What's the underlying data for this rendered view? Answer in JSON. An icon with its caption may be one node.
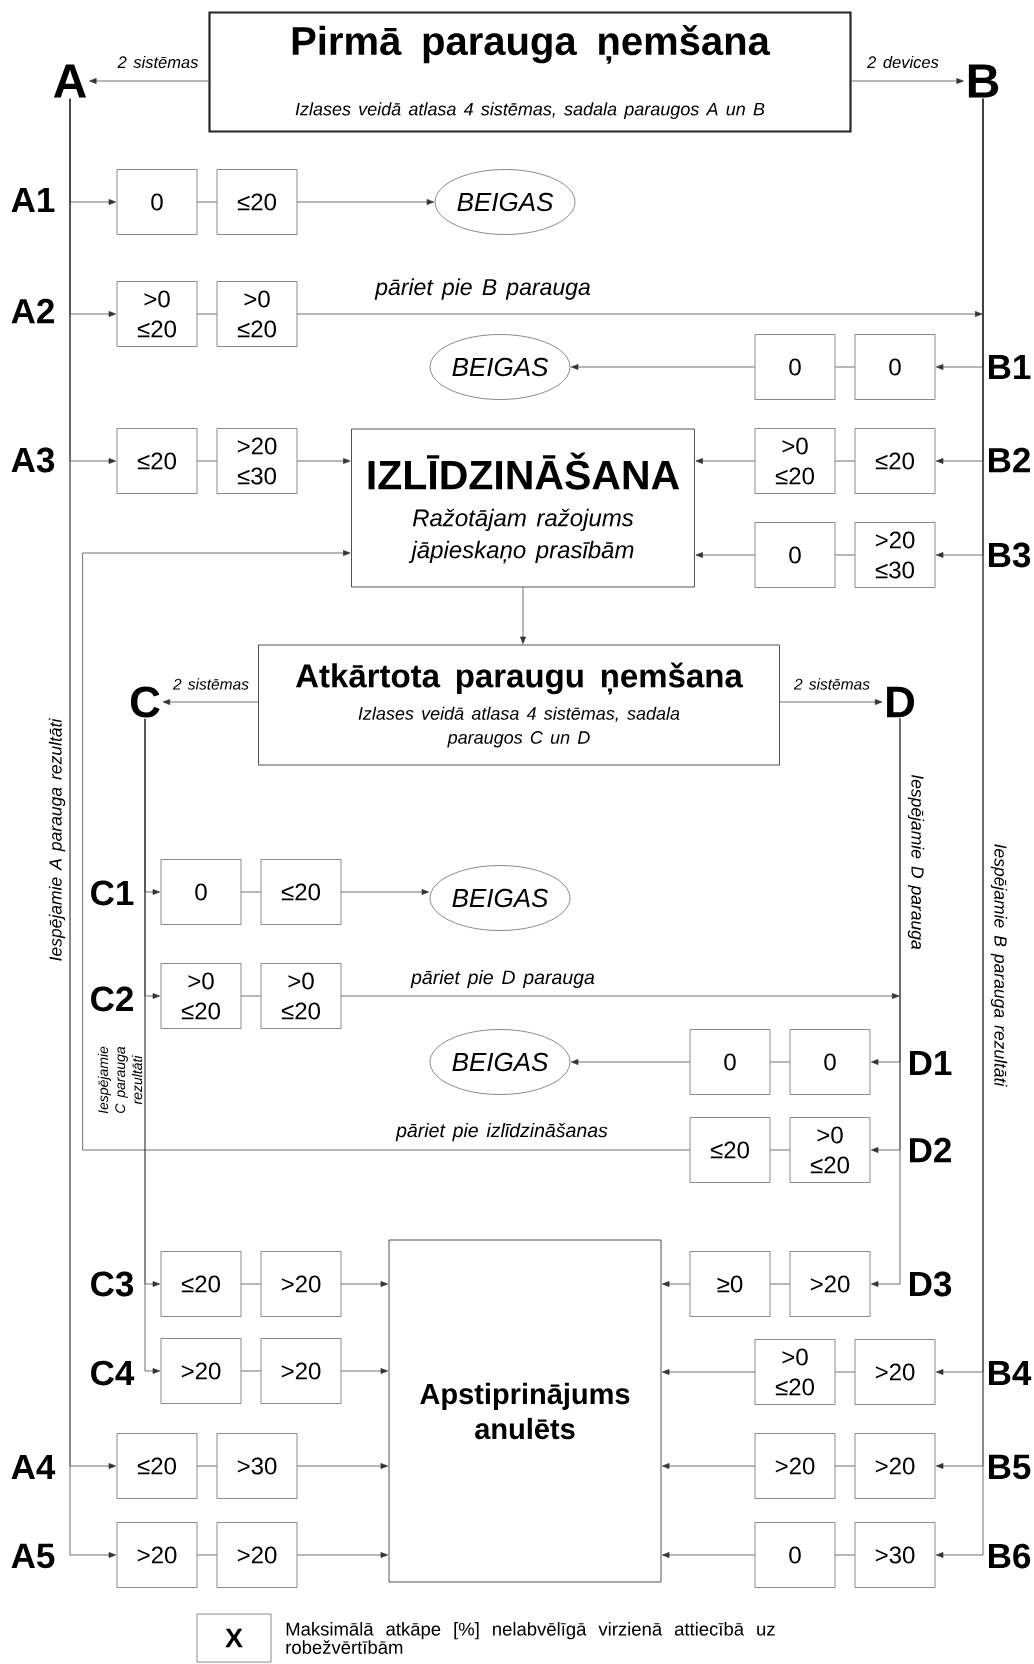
{
  "diagram": {
    "nodes": [
      {
        "text": [
          "Pirmā parauga ņemšana",
          "Izlases veidā atlasa 4 sistēmas, sadala paraugos A un B"
        ]
      },
      {
        "text": [
          "A"
        ]
      },
      {
        "text": [
          "B"
        ]
      },
      {
        "text": [
          "0"
        ]
      },
      {
        "text": [
          "≤20"
        ]
      },
      {
        "text": [
          "BEIGAS"
        ]
      },
      {
        "text": [
          ">0 ≤20"
        ]
      },
      {
        "text": [
          ">0 ≤20"
        ]
      },
      {
        "text": [
          "BEIGAS"
        ]
      },
      {
        "text": [
          "0"
        ]
      },
      {
        "text": [
          "0"
        ]
      },
      {
        "text": [
          "≤20"
        ]
      },
      {
        "text": [
          ">20 ≤30"
        ]
      },
      {
        "text": [
          "IZLĪDZINĀŠANA",
          "Ražotājam ražojums jāpieskaņo prasībām"
        ]
      },
      {
        "text": [
          ">0 ≤20"
        ]
      },
      {
        "text": [
          "≤20"
        ]
      },
      {
        "text": [
          "0"
        ]
      },
      {
        "text": [
          ">20 ≤30"
        ]
      },
      {
        "text": [
          "Atkārtota paraugu ņemšana",
          "Izlases veidā atlasa 4 sistēmas, sadala paraugos C un D"
        ]
      },
      {
        "text": [
          "C"
        ]
      },
      {
        "text": [
          "D"
        ]
      },
      {
        "text": [
          "0"
        ]
      },
      {
        "text": [
          "≤20"
        ]
      },
      {
        "text": [
          "BEIGAS"
        ]
      },
      {
        "text": [
          ">0 ≤20"
        ]
      },
      {
        "text": [
          ">0 ≤20"
        ]
      },
      {
        "text": [
          "BEIGAS"
        ]
      },
      {
        "text": [
          "0"
        ]
      },
      {
        "text": [
          "0"
        ]
      },
      {
        "text": [
          "≤20"
        ]
      },
      {
        "text": [
          ">0 ≤20"
        ]
      },
      {
        "text": [
          "Apstiprinājums anulēts"
        ]
      },
      {
        "text": [
          "≤20"
        ]
      },
      {
        "text": [
          ">20"
        ]
      },
      {
        "text": [
          "≥0"
        ]
      },
      {
        "text": [
          ">20"
        ]
      },
      {
        "text": [
          ">20"
        ]
      },
      {
        "text": [
          ">20"
        ]
      },
      {
        "text": [
          ">0 ≤20"
        ]
      },
      {
        "text": [
          ">20"
        ]
      },
      {
        "text": [
          "≤20"
        ]
      },
      {
        "text": [
          ">30"
        ]
      },
      {
        "text": [
          ">20"
        ]
      },
      {
        "text": [
          ">20"
        ]
      },
      {
        "text": [
          ">20"
        ]
      },
      {
        "text": [
          ">20"
        ]
      },
      {
        "text": [
          "0"
        ]
      },
      {
        "text": [
          ">30"
        ]
      },
      {
        "text": [
          "X"
        ],
        "beside": [
          "Maksimālā atkāpe [%] nelabvēlīgā virzienā attiecībā uz robežvērtībām"
        ]
      }
    ],
    "edges": [
      {
        "from": 0,
        "to": 1,
        "arrow": "to",
        "label": "2 sistēmas"
      },
      {
        "from": 0,
        "to": 2,
        "arrow": "to",
        "label": "2 devices"
      },
      {
        "from": 1,
        "to": 3,
        "arrow": "to"
      },
      {
        "from": 3,
        "to": 4,
        "arrow": "none"
      },
      {
        "from": 4,
        "to": 5,
        "arrow": "to"
      },
      {
        "from": 1,
        "to": 6,
        "arrow": "to"
      },
      {
        "from": 6,
        "to": 7,
        "arrow": "none"
      },
      {
        "from": 7,
        "to": null,
        "arrow": "to",
        "label": "pāriet pie B parauga"
      },
      {
        "from": 2,
        "to": 10,
        "arrow": "to"
      },
      {
        "from": 9,
        "to": 10,
        "arrow": "none"
      },
      {
        "from": 9,
        "to": 8,
        "arrow": "to"
      },
      {
        "from": 1,
        "to": 11,
        "arrow": "to"
      },
      {
        "from": 11,
        "to": 12,
        "arrow": "none"
      },
      {
        "from": 12,
        "to": 13,
        "arrow": "to"
      },
      {
        "from": 2,
        "to": 15,
        "arrow": "to"
      },
      {
        "from": 14,
        "to": 15,
        "arrow": "none"
      },
      {
        "from": 14,
        "to": 13,
        "arrow": "to"
      },
      {
        "from": 2,
        "to": 17,
        "arrow": "to"
      },
      {
        "from": 16,
        "to": 17,
        "arrow": "none"
      },
      {
        "from": 16,
        "to": 13,
        "arrow": "to"
      },
      {
        "from": 13,
        "to": 18,
        "arrow": "to"
      },
      {
        "from": 18,
        "to": 19,
        "arrow": "to",
        "label": "2 sistēmas"
      },
      {
        "from": 18,
        "to": 20,
        "arrow": "to",
        "label": "2 sistēmas"
      },
      {
        "from": 19,
        "to": 21,
        "arrow": "to"
      },
      {
        "from": 21,
        "to": 22,
        "arrow": "none"
      },
      {
        "from": 22,
        "to": 23,
        "arrow": "to"
      },
      {
        "from": 19,
        "to": 24,
        "arrow": "to"
      },
      {
        "from": 24,
        "to": 25,
        "arrow": "none"
      },
      {
        "from": 25,
        "to": null,
        "arrow": "to",
        "label": "pāriet pie D parauga"
      },
      {
        "from": 20,
        "to": 28,
        "arrow": "to"
      },
      {
        "from": 27,
        "to": 28,
        "arrow": "none"
      },
      {
        "from": 27,
        "to": 26,
        "arrow": "to"
      },
      {
        "from": 20,
        "to": 30,
        "arrow": "to"
      },
      {
        "from": 29,
        "to": 30,
        "arrow": "none"
      },
      {
        "from": 29,
        "to": 13,
        "arrow": "to",
        "label": "pāriet pie izlīdzināšanas"
      },
      {
        "from": 19,
        "to": 32,
        "arrow": "to"
      },
      {
        "from": 32,
        "to": 33,
        "arrow": "none"
      },
      {
        "from": 33,
        "to": 31,
        "arrow": "to"
      },
      {
        "from": 20,
        "to": 35,
        "arrow": "to"
      },
      {
        "from": 34,
        "to": 35,
        "arrow": "none"
      },
      {
        "from": 34,
        "to": 31,
        "arrow": "to"
      },
      {
        "from": 19,
        "to": 36,
        "arrow": "to"
      },
      {
        "from": 36,
        "to": 37,
        "arrow": "none"
      },
      {
        "from": 37,
        "to": 31,
        "arrow": "to"
      },
      {
        "from": 2,
        "to": 39,
        "arrow": "to"
      },
      {
        "from": 38,
        "to": 39,
        "arrow": "none"
      },
      {
        "from": 38,
        "to": 31,
        "arrow": "to"
      },
      {
        "from": 1,
        "to": 40,
        "arrow": "to"
      },
      {
        "from": 40,
        "to": 41,
        "arrow": "none"
      },
      {
        "from": 41,
        "to": 31,
        "arrow": "to"
      },
      {
        "from": 2,
        "to": 43,
        "arrow": "to"
      },
      {
        "from": 42,
        "to": 43,
        "arrow": "none"
      },
      {
        "from": 42,
        "to": 31,
        "arrow": "to"
      },
      {
        "from": 1,
        "to": 44,
        "arrow": "to"
      },
      {
        "from": 44,
        "to": 45,
        "arrow": "none"
      },
      {
        "from": 45,
        "to": 31,
        "arrow": "to"
      },
      {
        "from": 2,
        "to": 47,
        "arrow": "to"
      },
      {
        "from": 46,
        "to": 47,
        "arrow": "none"
      },
      {
        "from": 46,
        "to": 31,
        "arrow": "to"
      }
    ],
    "labels": [
      "A1",
      "A2",
      "B1",
      "A3",
      "B2",
      "B3",
      "Iespējamie A parauga rezultāti",
      "Iespējamie D parauga",
      "Iespējamie B parauga rezultāti",
      "C1",
      "C2",
      "D1",
      "D2",
      "Iespējamie C parauga rezultāti",
      "C3",
      "D3",
      "C4",
      "B4",
      "A4",
      "B5",
      "A5",
      "B6"
    ]
  }
}
